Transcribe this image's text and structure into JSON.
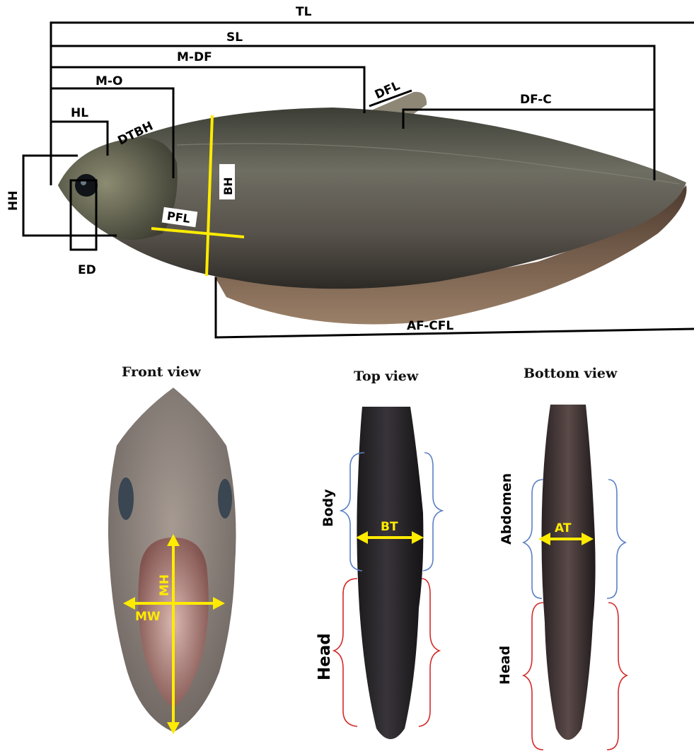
{
  "lateral_view": {
    "labels": {
      "tl": "TL",
      "sl": "SL",
      "m_df": "M-DF",
      "m_o": "M-O",
      "hl": "HL",
      "dtbh": "DTBH",
      "dfl": "DFL",
      "df_c": "DF-C",
      "hh": "HH",
      "bh": "BH",
      "pfl": "PFL",
      "ed": "ED",
      "af_cfl": "AF-CFL"
    }
  },
  "front_view": {
    "title": "Front view",
    "labels": {
      "mh": "MH",
      "mw": "MW"
    }
  },
  "top_view": {
    "title": "Top view",
    "labels": {
      "body": "Body",
      "head": "Head",
      "bt": "BT"
    }
  },
  "bottom_view": {
    "title": "Bottom view",
    "labels": {
      "abdomen": "Abdomen",
      "head": "Head",
      "at": "AT"
    }
  },
  "colors": {
    "measure_line": "#000000",
    "yellow_measure": "#ffeb00",
    "body_brace": "#5b7fc4",
    "head_brace": "#d42a2a"
  }
}
